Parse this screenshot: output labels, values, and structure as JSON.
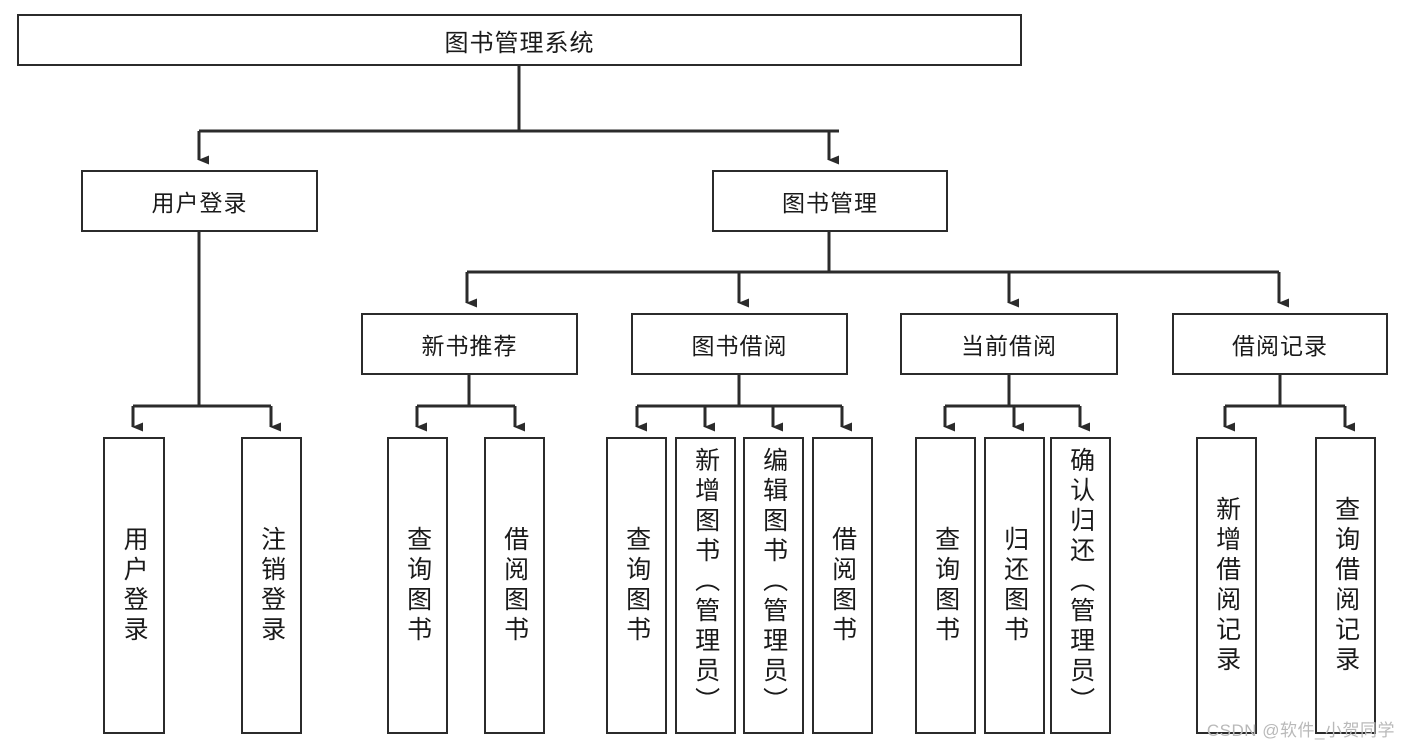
{
  "diagram": {
    "type": "tree-hierarchy",
    "title": "图书管理系统",
    "root": {
      "label": "图书管理系统"
    },
    "level2": [
      {
        "label": "用户登录"
      },
      {
        "label": "图书管理"
      }
    ],
    "level3": [
      {
        "label": "新书推荐"
      },
      {
        "label": "图书借阅"
      },
      {
        "label": "当前借阅"
      },
      {
        "label": "借阅记录"
      }
    ],
    "leaves": {
      "user_login": [
        {
          "label": "用户登录"
        },
        {
          "label": "注销登录"
        }
      ],
      "new_book_recommend": [
        {
          "label": "查询图书"
        },
        {
          "label": "借阅图书"
        }
      ],
      "book_borrow": [
        {
          "label": "查询图书"
        },
        {
          "label": "新增图书（管理员）"
        },
        {
          "label": "编辑图书（管理员）"
        },
        {
          "label": "借阅图书"
        }
      ],
      "current_borrow": [
        {
          "label": "查询图书"
        },
        {
          "label": "归还图书"
        },
        {
          "label": "确认归还（管理员）"
        }
      ],
      "borrow_record": [
        {
          "label": "新增借阅记录"
        },
        {
          "label": "查询借阅记录"
        }
      ]
    }
  },
  "watermark": {
    "text": "CSDN @软件_小贺同学"
  },
  "colors": {
    "box_border": "#2b2b2b",
    "box_fill": "#ffffff",
    "edge": "#2b2b2b",
    "text": "#1a1a1a",
    "watermark": "#b9b9b9"
  }
}
